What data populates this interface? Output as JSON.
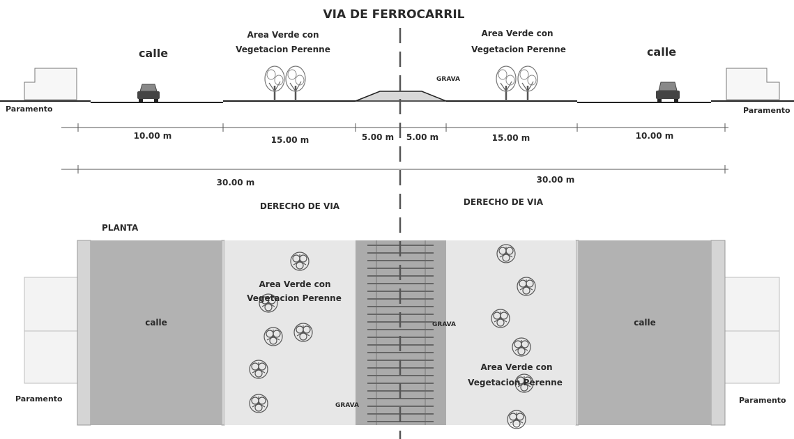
{
  "title": "VIA DE FERROCARRIL",
  "section": {
    "street_left": "calle",
    "street_right": "calle",
    "green_left": [
      "Area Verde con",
      "Vegetacion Perenne"
    ],
    "green_right": [
      "Area Verde con",
      "Vegetacion Perenne"
    ],
    "gravel": "GRAVA",
    "facade_left": "Paramento",
    "facade_right": "Paramento"
  },
  "dimensions": {
    "left_street": "10.00 m",
    "left_green": "15.00 m",
    "left_gravel": "5.00 m",
    "right_gravel": "5.00 m",
    "right_green": "15.00 m",
    "right_street": "10.00 m",
    "left_total": "30.00 m",
    "right_total": "30.00 m"
  },
  "right_of_way_left": "DERECHO DE VIA",
  "right_of_way_right": "DERECHO DE VIA",
  "plan": {
    "label": "PLANTA",
    "street_left": "calle",
    "street_right": "calle",
    "green_left": [
      "Area Verde con",
      "Vegetacion Perenne"
    ],
    "green_right": [
      "Area Verde con",
      "Vegetacion Perenne"
    ],
    "gravel_1": "GRAVA",
    "gravel_2": "GRAVA",
    "facade_left": "Paramento",
    "facade_right": "Paramento"
  }
}
